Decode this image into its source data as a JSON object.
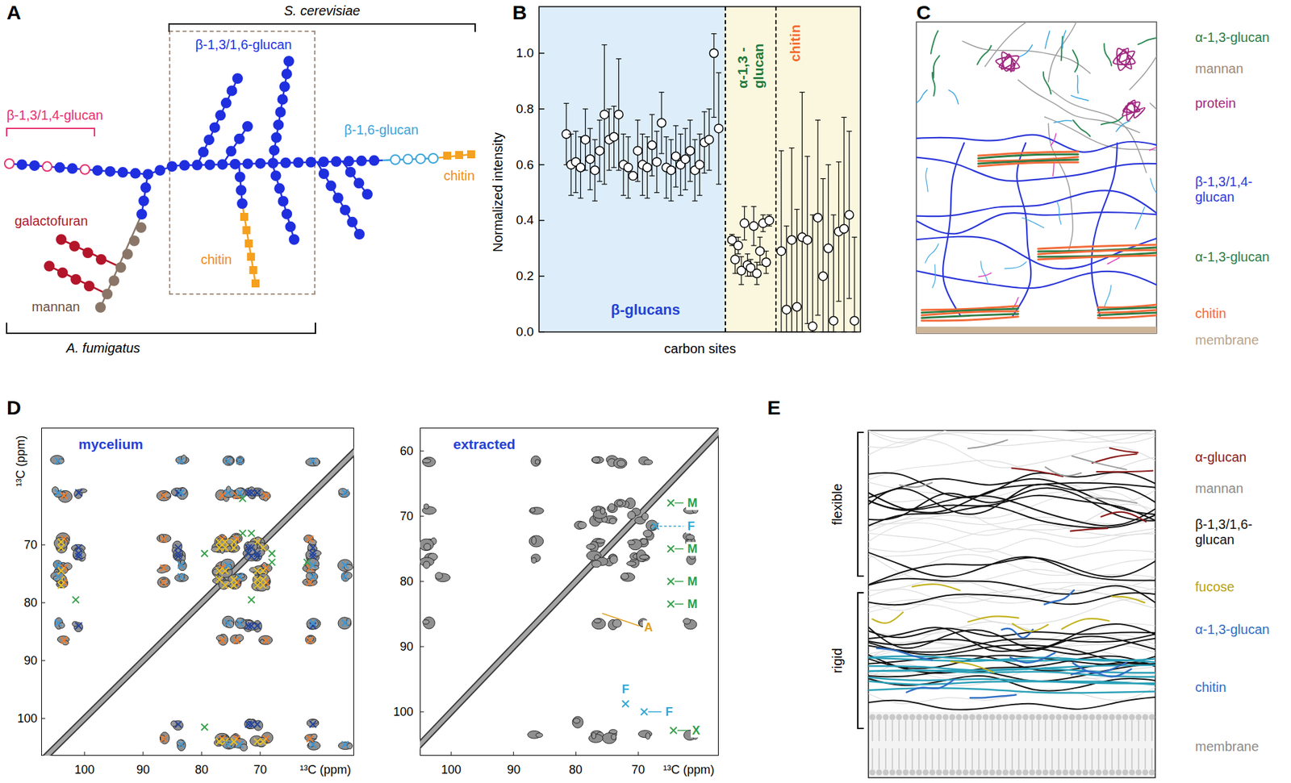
{
  "diagram": {
    "nodes": [
      {
        "text": [
          "β-1,3/1,6-glucan"
        ]
      },
      {
        "text": [
          "β-glucans"
        ]
      },
      {
        "text": [
          "α-1,3 -glucan"
        ]
      },
      {
        "text": [
          "chitin"
        ]
      },
      {
        "text": [
          "mycelium"
        ]
      },
      {
        "text": [
          "extracted"
        ]
      }
    ],
    "labels": [
      "A",
      "S. cerevisiae",
      "β-1,3/1,4-glucan",
      "β-1,6-glucan",
      "chitin",
      "galactofuran",
      "chitin",
      "mannan",
      "A. fumigatus",
      "B",
      "Normalized intensity",
      "1.0",
      "0.8",
      "0.6",
      "0.4",
      "0.2",
      "0.0",
      "carbon sites",
      "C",
      "α-1,3-glucan",
      "mannan",
      "protein",
      "β-1,3/1,4- glucan",
      "α-1,3-glucan",
      "chitin",
      "membrane",
      "D",
      "¹³C (ppm)",
      "70",
      "80",
      "90",
      "100",
      "100",
      "90",
      "80",
      "70",
      "¹³C (ppm)",
      "60",
      "70",
      "80",
      "90",
      "100",
      "M",
      "F",
      "M",
      "M",
      "M",
      "A",
      "F",
      "F",
      "X",
      "100",
      "90",
      "80",
      "70",
      "¹³C (ppm)",
      "E",
      "flexible",
      "rigid",
      "α-glucan",
      "mannan",
      "β-1,3/1,6- glucan",
      "fucose",
      "α-1,3-glucan",
      "chitin",
      "membrane"
    ]
  }
}
